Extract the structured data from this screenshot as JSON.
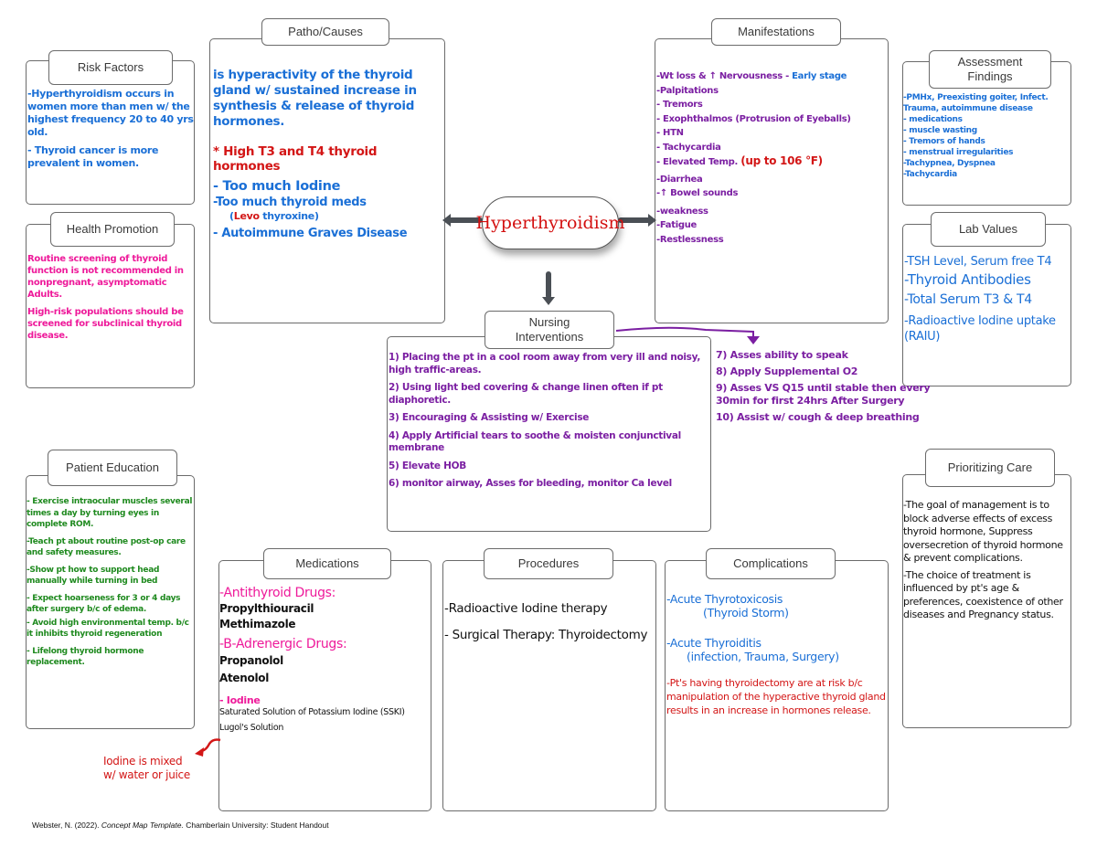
{
  "center": {
    "title": "Hyperthyroidism",
    "color": "#d30f0f"
  },
  "risk_factors": {
    "title": "Risk Factors",
    "items": [
      "-Hyperthyroidism occurs in women more than men w/ the highest frequency 20 to 40 yrs old.",
      "- Thyroid cancer is more prevalent in women."
    ]
  },
  "health_promotion": {
    "title": "Health Promotion",
    "items": [
      "Routine screening of thyroid function is not recommended in nonpregnant, asymptomatic Adults.",
      "High-risk populations should be screened for subclinical thyroid disease."
    ]
  },
  "patho_causes": {
    "title": "Patho/Causes",
    "definition": "is hyperactivity of the thyroid gland w/ sustained increase in synthesis & release of thyroid hormones.",
    "key_point": "* High T3 and T4 thyroid hormones",
    "causes": [
      "- Too much Iodine",
      "-Too much thyroid meds",
      "- Autoimmune Graves Disease"
    ],
    "meds_note_prefix": "(",
    "meds_note_red": "Levo",
    "meds_note_suffix": "thyroxine)"
  },
  "manifestations": {
    "title": "Manifestations",
    "first_item": "-Wt loss & ↑ Nervousness -",
    "first_item_note": "Early stage",
    "items": [
      "-Palpitations",
      "- Tremors",
      "- Exophthalmos (Protrusion of Eyeballs)",
      "- HTN",
      "- Tachycardia"
    ],
    "temp_item": "- Elevated Temp.",
    "temp_note": "(up to 106 °F)",
    "items_after": [
      "-Diarrhea",
      "-↑ Bowel sounds",
      "-weakness",
      "-Fatigue",
      "-Restlessness"
    ]
  },
  "assessment_findings": {
    "title": "Assessment Findings",
    "items": [
      "-PMHx, Preexisting goiter, Infect. Trauma, autoimmune disease",
      "- medications",
      "- muscle wasting",
      "- Tremors of hands",
      "- menstrual irregularities",
      "-Tachypnea, Dyspnea",
      "-Tachycardia"
    ]
  },
  "lab_values": {
    "title": "Lab Values",
    "items": [
      "-TSH Level, Serum free T4",
      "-Thyroid Antibodies",
      "-Total Serum T3 & T4",
      "-Radioactive Iodine uptake (RAIU)"
    ]
  },
  "nursing_interventions": {
    "title": "Nursing Interventions",
    "items": [
      "1) Placing the pt in a cool room away from very ill and noisy, high traffic-areas.",
      "2) Using light bed covering & change linen often if pt diaphoretic.",
      "3) Encouraging & Assisting w/ Exercise",
      "4) Apply Artificial tears to soothe & moisten conjunctival membrane",
      "5) Elevate HOB",
      "6) monitor airway, Asses for bleeding, monitor Ca level"
    ],
    "continued": [
      "7) Asses ability to speak",
      "8) Apply Supplemental O2",
      "9) Asses VS Q15 until stable then every 30min for first 24hrs After Surgery",
      "10) Assist w/ cough & deep breathing"
    ]
  },
  "patient_education": {
    "title": "Patient Education",
    "items": [
      "- Exercise intraocular muscles several times a day by turning eyes in complete ROM.",
      "-Teach pt about routine post-op care and safety measures.",
      "-Show pt how to support head manually while turning in bed",
      "- Expect hoarseness for 3 or 4 days after surgery b/c of edema.",
      "- Avoid high environmental temp. b/c it inhibits thyroid regeneration",
      "- Lifelong thyroid hormone replacement."
    ]
  },
  "medications": {
    "title": "Medications",
    "groups": [
      {
        "heading": "-Antithyroid Drugs:",
        "drugs": [
          "Propylthiouracil",
          "Methimazole"
        ]
      },
      {
        "heading": "-B-Adrenergic Drugs:",
        "drugs": [
          "Propanolol",
          "Atenolol"
        ]
      },
      {
        "heading": "- Iodine",
        "drugs": [
          "Saturated Solution of Potassium Iodine (SSKI)",
          "Lugol's Solution"
        ]
      }
    ],
    "side_note": "Iodine is mixed w/ water or juice"
  },
  "procedures": {
    "title": "Procedures",
    "items": [
      "-Radioactive Iodine therapy",
      "- Surgical Therapy: Thyroidectomy"
    ]
  },
  "complications": {
    "title": "Complications",
    "blue_items": [
      {
        "main": "-Acute Thyrotoxicosis",
        "sub": "(Thyroid Storm)"
      },
      {
        "main": "-Acute Thyroiditis",
        "sub": "(infection, Trauma, Surgery)"
      }
    ],
    "red_item": "-Pt's having thyroidectomy are at risk b/c manipulation of the hyperactive thyroid gland results in an increase in hormones release."
  },
  "prioritizing_care": {
    "title": "Prioritizing Care",
    "items": [
      "-The goal of management is to block adverse effects of excess thyroid hormone, Suppress oversecretion of thyroid hormone & prevent complications.",
      "-The choice of treatment is influenced by pt's age & preferences, coexistence of other diseases and Pregnancy status."
    ]
  },
  "footer": {
    "author": "Webster, N. (2022).",
    "work": "Concept Map Template.",
    "publisher": "Chamberlain University: Student Handout"
  }
}
